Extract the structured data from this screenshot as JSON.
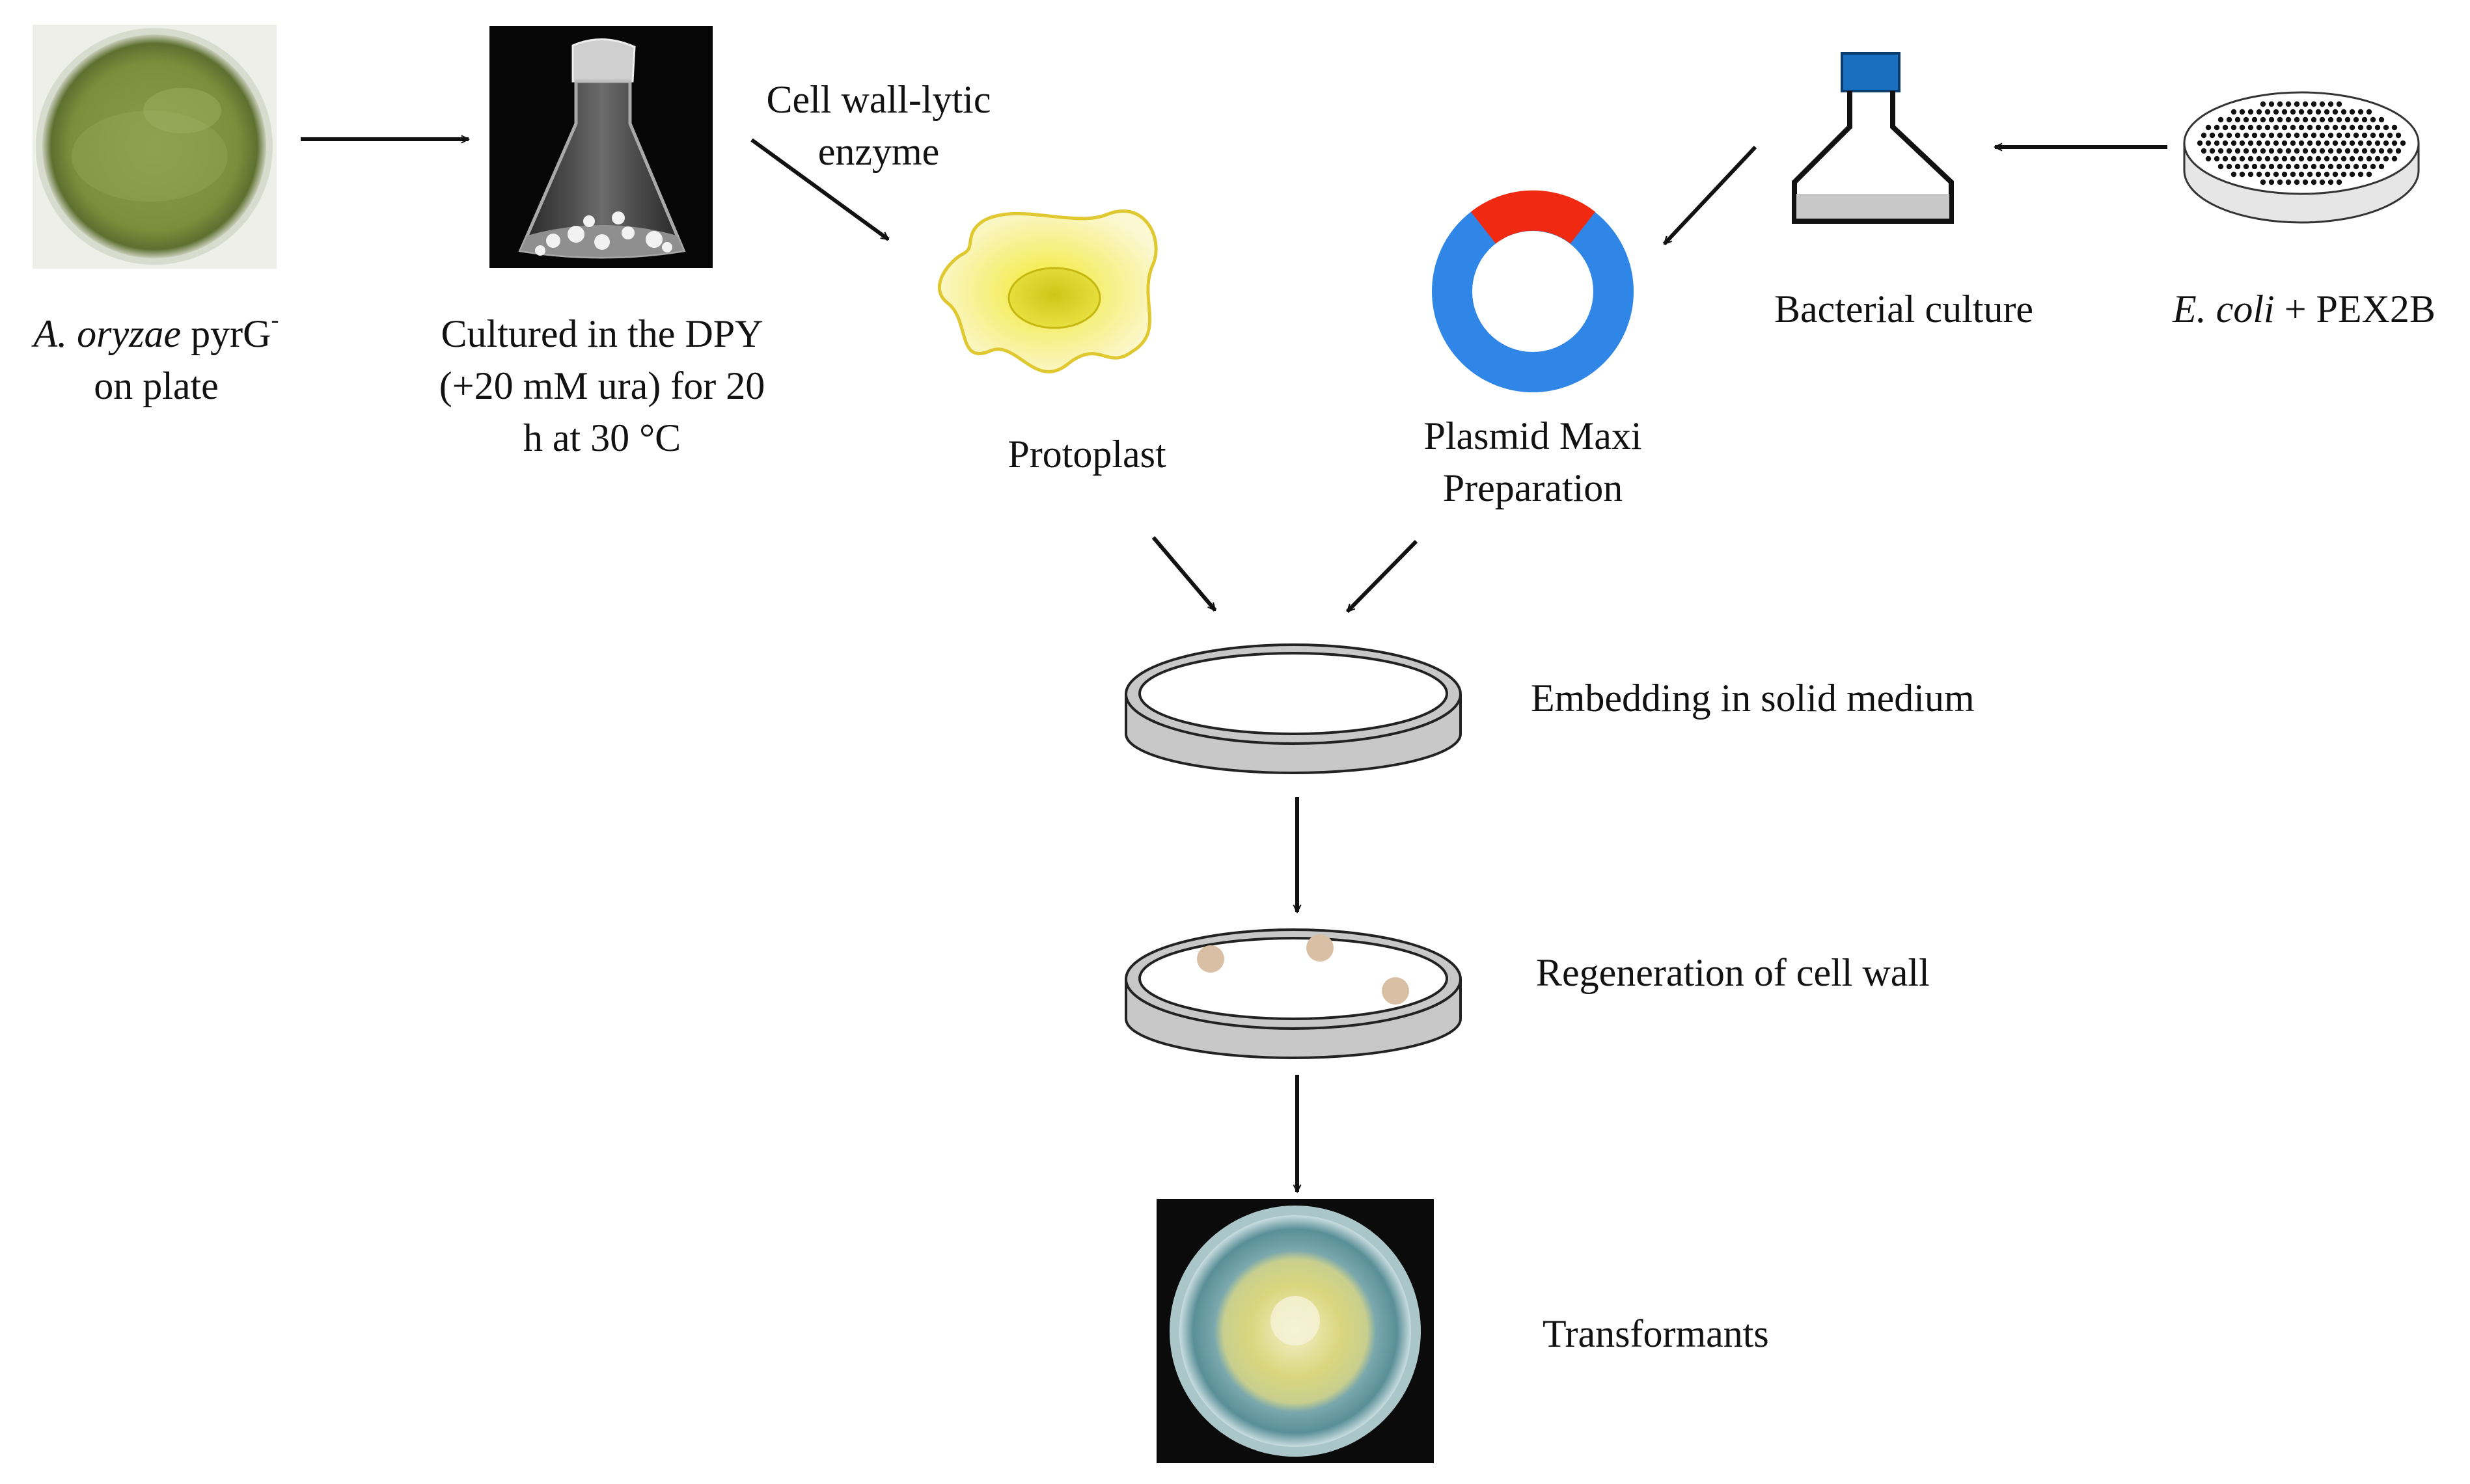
{
  "labels": {
    "aoryzae_italic": "A. oryzae",
    "aoryzae_rest": " pyrG",
    "aoryzae_sup": "-",
    "aoryzae_line2": "on plate",
    "cultured_l1": "Cultured in the DPY",
    "cultured_l2": "(+20 mM ura)  for 20",
    "cultured_l3": "h at 30 °C",
    "enzyme_l1": "Cell wall-lytic",
    "enzyme_l2": "enzyme",
    "protoplast": "Protoplast",
    "plasmid_l1": "Plasmid Maxi",
    "plasmid_l2": "Preparation",
    "bacterial": "Bacterial  culture",
    "ecoli_italic": "E. coli",
    "ecoli_rest": " + PEX2B",
    "embedding": "Embedding  in solid medium",
    "regeneration": "Regeneration  of cell wall",
    "transformants": "Transformants"
  },
  "colors": {
    "arrow": "#111111",
    "plate_green": "#7f9440",
    "plasmid_blue": "#2f86e6",
    "plasmid_red": "#f02a10",
    "flask_cap": "#1a6fbf",
    "protoplast_yellow": "#f2ea3a",
    "dish_gray": "#c8c8c8",
    "colony_tan": "#d9bfa3",
    "transformant_bg": "#0b0b0b",
    "transformant_agar": "#6aa0a8",
    "transformant_colony": "#dcd98a"
  }
}
